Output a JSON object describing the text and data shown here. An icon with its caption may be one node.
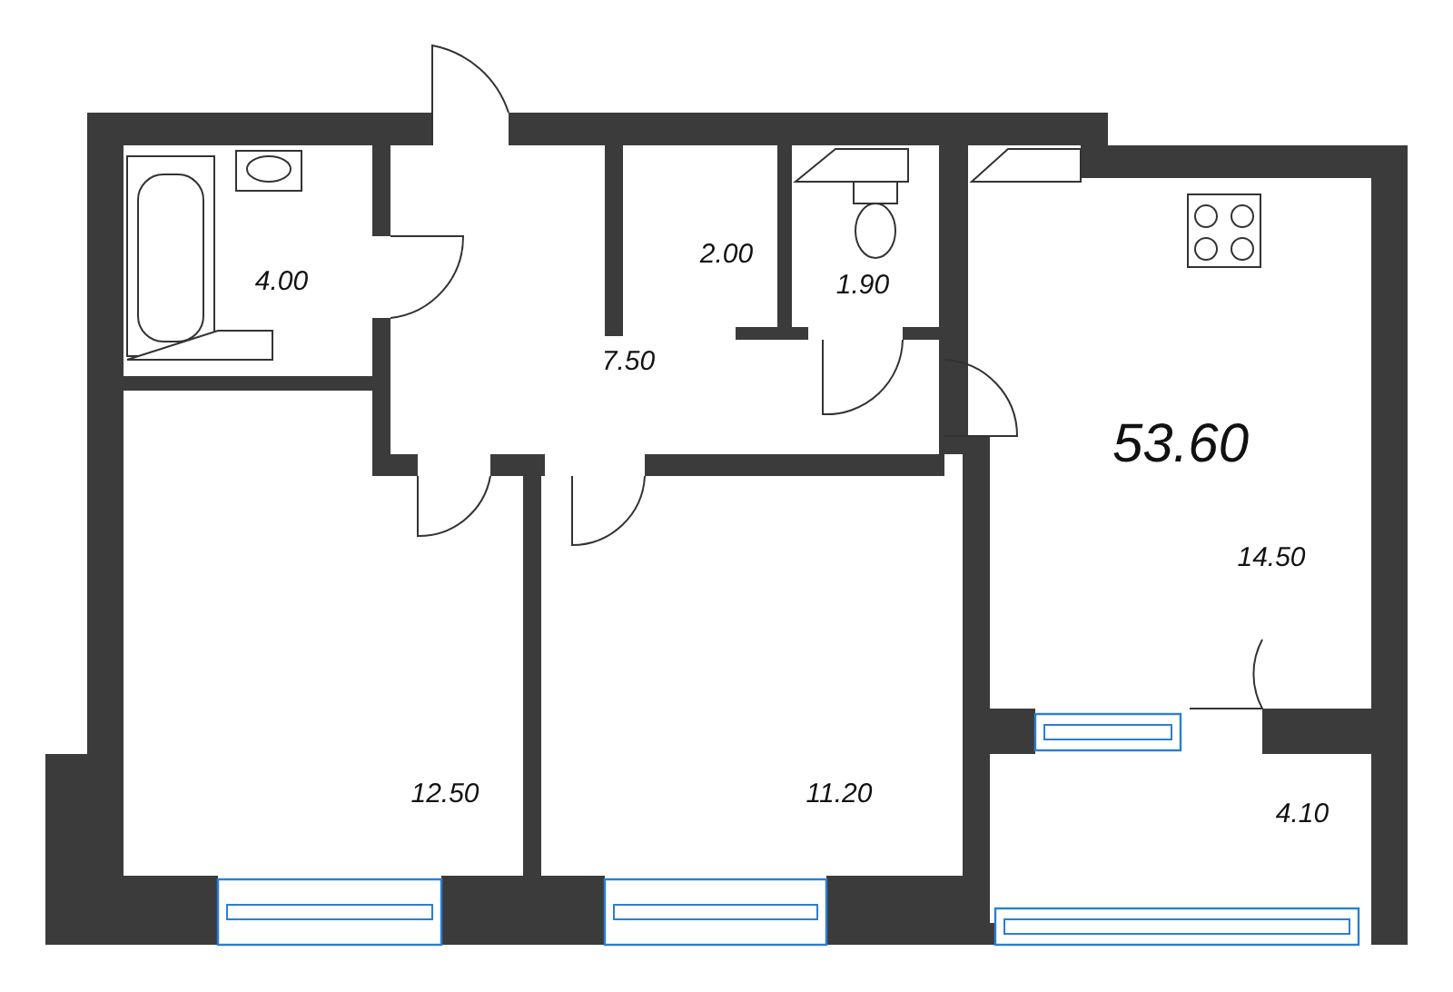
{
  "diagram": {
    "labels": [
      "4.00",
      "2.00",
      "1.90",
      "7.50",
      "53.60",
      "14.50",
      "12.50",
      "11.20",
      "4.10"
    ]
  }
}
